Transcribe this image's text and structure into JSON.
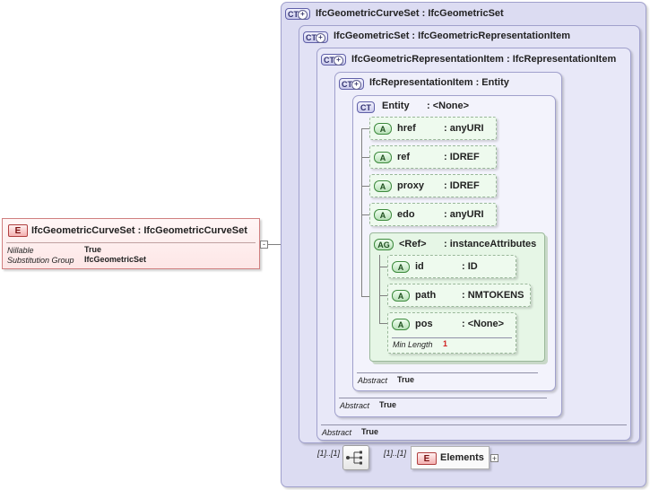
{
  "root_element": {
    "badge": "E",
    "title": "IfcGeometricCurveSet : IfcGeometricCurveSet",
    "props": [
      {
        "key": "Nillable",
        "value": "True"
      },
      {
        "key": "Substitution Group",
        "value": "IfcGeometricSet"
      }
    ]
  },
  "complex_types": [
    {
      "badge": "CT",
      "title": "IfcGeometricCurveSet : IfcGeometricSet"
    },
    {
      "badge": "CT",
      "title": "IfcGeometricSet : IfcGeometricRepresentationItem"
    },
    {
      "badge": "CT",
      "title": "IfcGeometricRepresentationItem : IfcRepresentationItem",
      "abstract_label": "Abstract",
      "abstract_value": "True"
    },
    {
      "badge": "CT",
      "title": "IfcRepresentationItem : Entity",
      "abstract_label": "Abstract",
      "abstract_value": "True"
    },
    {
      "badge": "CT",
      "name": "Entity",
      "type": ": <None>",
      "abstract_label": "Abstract",
      "abstract_value": "True"
    }
  ],
  "entity_attributes": [
    {
      "badge": "A",
      "name": "href",
      "type": ": anyURI"
    },
    {
      "badge": "A",
      "name": "ref",
      "type": ": IDREF"
    },
    {
      "badge": "A",
      "name": "proxy",
      "type": ": IDREF"
    },
    {
      "badge": "A",
      "name": "edo",
      "type": ": anyURI"
    }
  ],
  "attribute_group": {
    "badge": "AG",
    "name": "<Ref>",
    "type": ": instanceAttributes",
    "attributes": [
      {
        "badge": "A",
        "name": "id",
        "type": ": ID"
      },
      {
        "badge": "A",
        "name": "path",
        "type": ": NMTOKENS"
      },
      {
        "badge": "A",
        "name": "pos",
        "type": ": <None>",
        "facet_label": "Min Length",
        "facet_value": "1"
      }
    ]
  },
  "sequence": {
    "multiplicity_left": "[1]..[1]",
    "multiplicity_right": "[1]..[1]"
  },
  "elements_node": {
    "badge": "E",
    "label": "Elements"
  }
}
